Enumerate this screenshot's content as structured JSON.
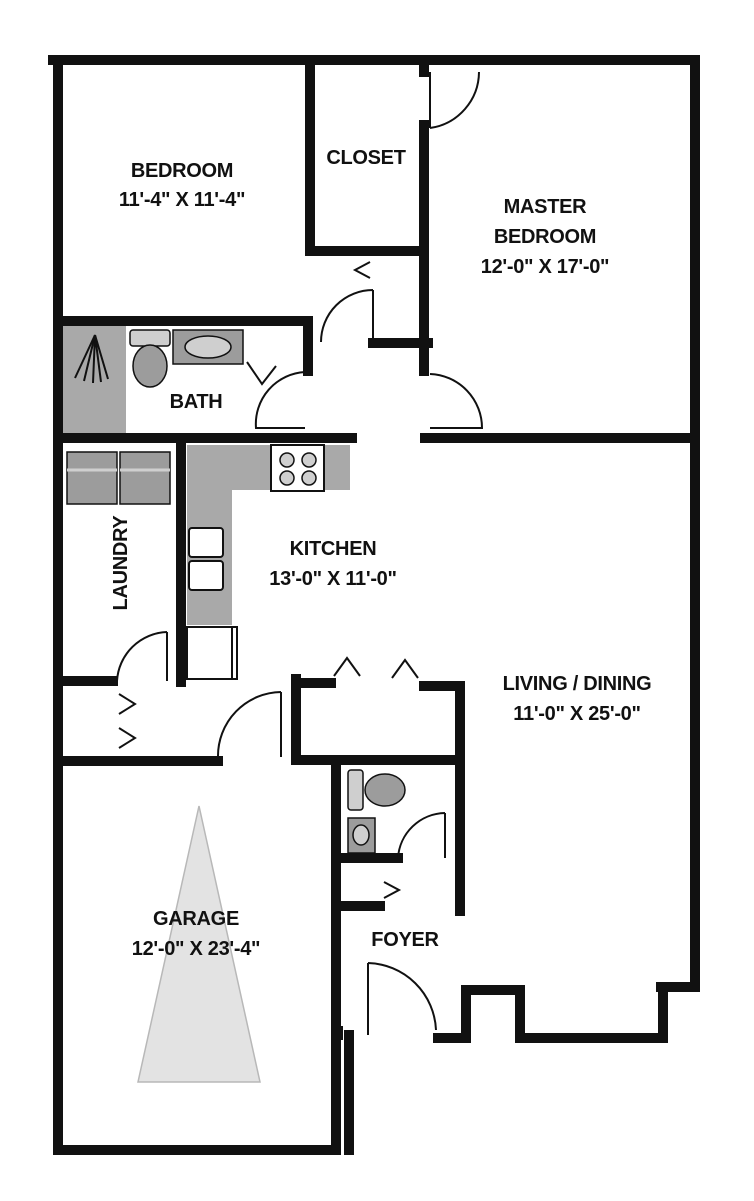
{
  "rooms": {
    "bedroom": {
      "name": "BEDROOM",
      "size": "11'-4\" X 11'-4\""
    },
    "closet": {
      "name": "CLOSET"
    },
    "master_bedroom": {
      "name_line1": "MASTER",
      "name_line2": "BEDROOM",
      "size": "12'-0\" X 17'-0\""
    },
    "bath": {
      "name": "BATH"
    },
    "kitchen": {
      "name": "KITCHEN",
      "size": "13'-0\" X 11'-0\""
    },
    "laundry": {
      "name": "LAUNDRY"
    },
    "living_dining": {
      "name": "LIVING / DINING",
      "size": "11'-0\" X 25'-0\""
    },
    "garage": {
      "name": "GARAGE",
      "size": "12'-0\" X 23'-4\""
    },
    "foyer": {
      "name": "FOYER"
    }
  },
  "colors": {
    "wall": "#111111",
    "fixture_fill": "#a9a9a9",
    "garage_triangle": "#e3e3e3"
  }
}
